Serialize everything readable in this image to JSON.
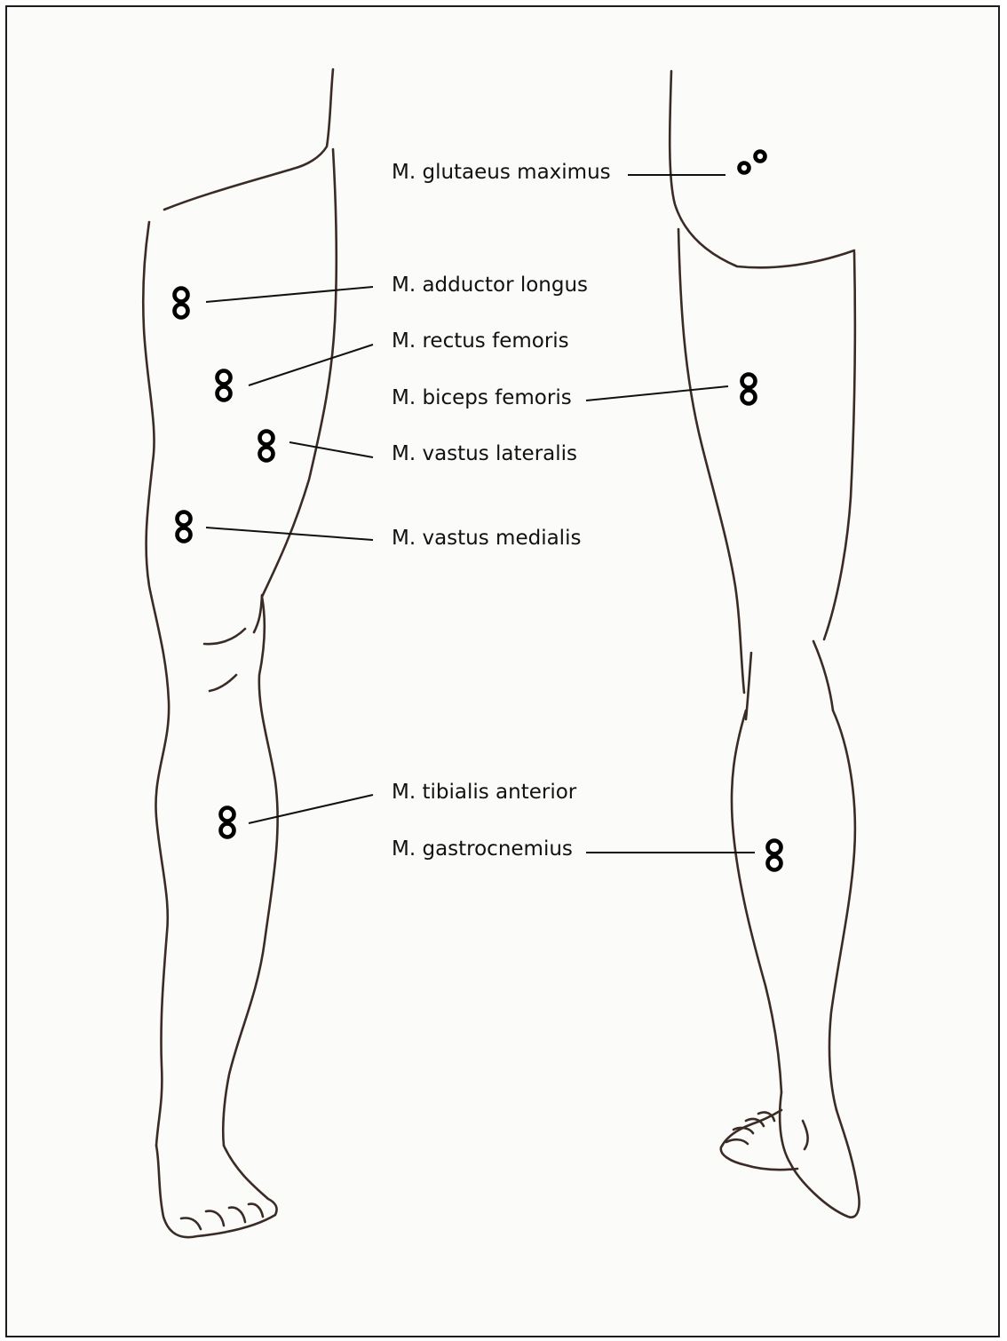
{
  "muscles": {
    "glutaeus_maximus": "M. glutaeus maximus",
    "adductor_longus": "M. adductor longus",
    "rectus_femoris": "M. rectus femoris",
    "biceps_femoris": "M. biceps femoris",
    "vastus_lateralis": "M. vastus lateralis",
    "vastus_medialis": "M. vastus medialis",
    "tibialis_anterior": "M. tibialis anterior",
    "gastrocnemius": "M. gastrocnemius"
  },
  "colors": {
    "outline": "#3a2b24",
    "electrode": "#000000",
    "leader_line": "#111111",
    "paper": "#fbfbfa"
  }
}
